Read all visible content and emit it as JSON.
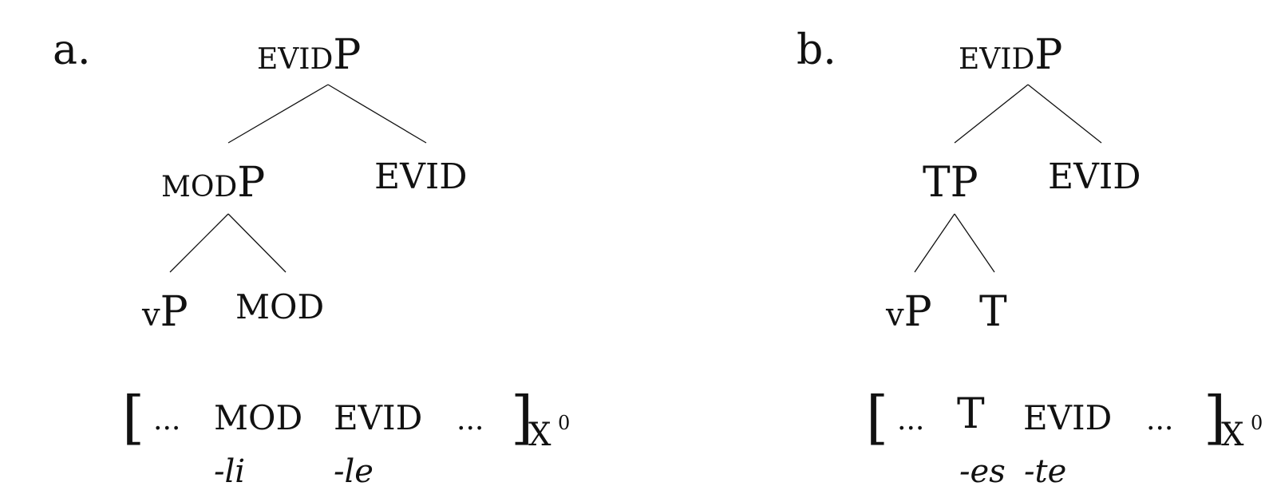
{
  "tree_a": {
    "label": "a.",
    "root": {
      "sc": "EVID",
      "big": "P"
    },
    "left": {
      "sc": "MOD",
      "big": "P"
    },
    "right": "EVID",
    "leaf_left": {
      "small": "v",
      "big": "P"
    },
    "leaf_right": "MOD",
    "bracket": {
      "open": "[",
      "dots1": "...",
      "item1": "MOD",
      "item2": "EVID",
      "dots2": "...",
      "close": "]",
      "sub": "X",
      "sup": "0"
    },
    "gloss1": "-li",
    "gloss2": "-le"
  },
  "tree_b": {
    "label": "b.",
    "root": {
      "sc": "EVID",
      "big": "P"
    },
    "left": "TP",
    "right": "EVID",
    "leaf_left": {
      "small": "v",
      "big": "P"
    },
    "leaf_right": "T",
    "bracket": {
      "open": "[",
      "dots1": "...",
      "item1": "T",
      "item2": "EVID",
      "dots2": "...",
      "close": "]",
      "sub": "X",
      "sup": "0"
    },
    "gloss1": "-es",
    "gloss2": "-te"
  }
}
